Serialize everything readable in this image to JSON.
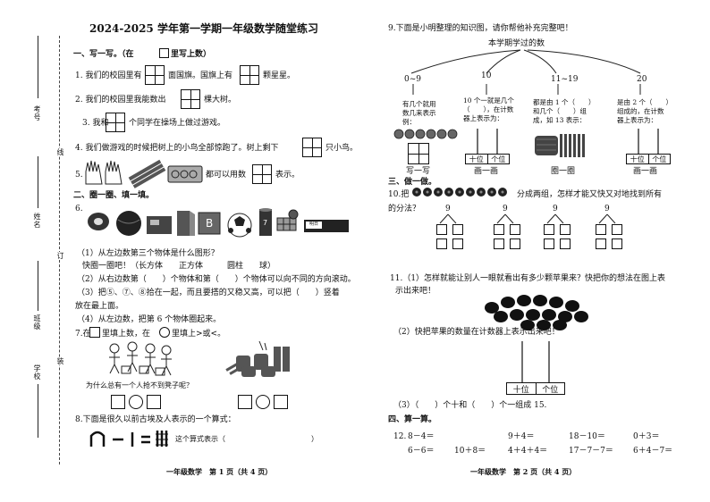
{
  "left_page": {
    "title": "2024-2025 学年第一学期一年级数学随堂练习",
    "side_labels": [
      "考号",
      "姓名",
      "班级",
      "学校"
    ],
    "binding_marks": [
      "线",
      "订",
      "装"
    ],
    "section1": {
      "heading": "一、写一写。（在",
      "heading_tail": "里写上数）",
      "q1a": "1. 我们的校园里有",
      "q1b": "面国旗。国旗上有",
      "q1c": "颗星星。",
      "q2a": "2. 我们的校园里我能数出",
      "q2b": "棵大树。",
      "q3a": "3. 我和",
      "q3b": "个同学在操场上做过游戏。",
      "q4a": "4. 我们做游戏的时候把树上的小鸟全部惊跑了。树上剩下",
      "q4b": "只小鸟。",
      "q5a": "5.",
      "q5b": "都可以用数",
      "q5c": "表示。"
    },
    "section2": {
      "heading": "二、圈一圈、填一填。",
      "q6": "6.",
      "q6_1": "（1）从左边数第三个物体是什么图形？",
      "q6_1b": "快圈一圈吧！（长方体　　正方体　　　圆柱　　球）",
      "q6_2": "（2）从右边数第（　　）个物体和第（　　）个物体可以向不同的方向滚动。",
      "q6_3": "（3）把⑤、⑦、⑧拾在一起，而且要搭的又稳又高，可以把（　　）竖着",
      "q6_3b": "放在最上面。",
      "q6_4": "（4）从左边数，把第 6 个物体圈起来。",
      "q7a": "7.在",
      "q7b": "里填上数，在",
      "q7c": "里填上>或<。",
      "q7_caption": "为什么总有一个人抢不到凳子呢？",
      "q8": "8.下面是很久以前古埃及人表示的一个算式：",
      "q8_expr": "这个算式表示（　　　　　　　　　　　　）",
      "footer": "一年级数学　第 1 页（共 4 页）",
      "block_label": "明日"
    }
  },
  "right_page": {
    "q9": "9.下面是小明整理的知识图，请你帮他补充完整吧！",
    "tree_root": "本学期学过的数",
    "tree_nodes": [
      "0~9",
      "10",
      "11~19",
      "20"
    ],
    "node_desc": [
      [
        "有几个就用",
        "数几来表示",
        "例："
      ],
      [
        "10 个一就是几个",
        "（　　），在计数",
        "器上表示为："
      ],
      [
        "都是由 1 个（　　）",
        "和几个（　　）组",
        "成，如 13 表示："
      ],
      [
        "是由 2 个（　　）",
        "组成的，在计数",
        "器上表示为："
      ]
    ],
    "counter_labels": [
      "十位",
      "个位"
    ],
    "node_foot": [
      "写一写",
      "画一画",
      "圈一圈",
      "画一画"
    ],
    "section3": "三、做一做。",
    "q10a": "10.把",
    "q10b": "分成两组，怎样才能又快又对地找到所有",
    "q10c": "的分法？",
    "q10_nums": [
      "9",
      "9",
      "9",
      "9"
    ],
    "q11": "11.（1）怎样就能让别人一眼就看出有多少颗苹果来？快把你的想法在图上表",
    "q11b": "示出来吧！",
    "q11_2": "（2）快把苹果的数量在计数器上表示出来吧！",
    "q11_3": "（3）（　　）个十和（　　）个一组成 15.",
    "section4": "四、算一算。",
    "q12": "12.",
    "calc_row1": [
      "8－4＝",
      "9＋4＝",
      "18－10＝",
      "0＋3＝"
    ],
    "calc_row2": [
      "6－6＝",
      "10＋8＝",
      "4＋4＋4＝",
      "17－7－7＝",
      "6＋4－7＝"
    ],
    "footer": "一年级数学　第 2 页（共 4 页）"
  }
}
